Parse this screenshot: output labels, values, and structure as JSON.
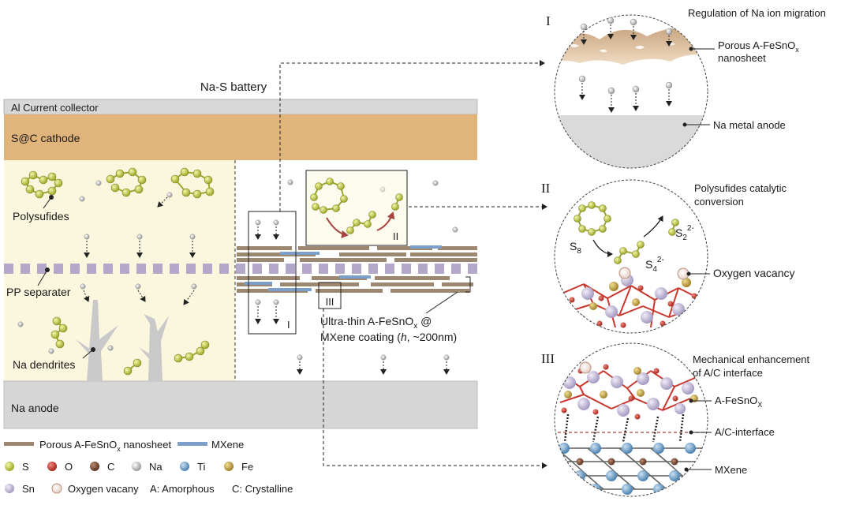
{
  "battery": {
    "title": "Na-S battery",
    "al_collector": "Al Current collector",
    "cathode": "S@C cathode",
    "separator": "PP separater",
    "polysulfides": "Polysufides",
    "dendrites": "Na dendrites",
    "anode": "Na anode",
    "box_one": "I",
    "box_two": "II",
    "box_three": "III",
    "coating_line1_pre": "Ultra-thin A-FeSnO",
    "coating_line1_sub": "x",
    "coating_line1_post": " @",
    "coating_line2_pre": "MXene coating (",
    "coating_line2_h": "h",
    "coating_line2_post": ", ~200nm)"
  },
  "panels": {
    "one": {
      "numeral": "I",
      "title": "Regulation of  Na ion migration",
      "label1_pre": "Porous A-FeSnO",
      "label1_sub": "x",
      "label1_line2": "nanosheet",
      "label2": "Na metal anode"
    },
    "two": {
      "numeral": "II",
      "title_line1": "Polysufides catalytic",
      "title_line2": "conversion",
      "s8": "S",
      "s8_sub": "8",
      "s4": "S",
      "s4_sub": "4",
      "s4_sup": "2-",
      "s2": "S",
      "s2_sub": "2",
      "s2_sup": "2-",
      "vacancy": "Oxygen vacancy"
    },
    "three": {
      "numeral": "III",
      "title_line1": "Mechanical enhancement",
      "title_line2": "of A/C interface",
      "label1_pre": "A-FeSnO",
      "label1_sub": "X",
      "label2": "A/C-interface",
      "label3": "MXene"
    }
  },
  "legend": {
    "nanosheet_pre": "Porous A-FeSnO",
    "nanosheet_sub": "x",
    "nanosheet_post": " nanosheet",
    "mxene": "MXene",
    "S": "S",
    "O": "O",
    "C": "C",
    "Na": "Na",
    "Ti": "Ti",
    "Fe": "Fe",
    "Sn": "Sn",
    "vacancy": "Oxygen vacany",
    "amorphous": "A: Amorphous",
    "crystalline": "C: Crystalline"
  },
  "colors": {
    "collector": "#d8d8d8",
    "cathode": "#e0b47a",
    "electrolyte": "#fbf7de",
    "anode": "#d6d6d6",
    "nanosheet": "#9c8770",
    "mxene": "#7c9fc9",
    "separator": "#b3a8c9",
    "sulfur": "#c8d047",
    "oxygen": "#c8372d",
    "carbon": "#7a4f36",
    "sodium": "#c4c4c4",
    "titanium": "#7aa8cf",
    "iron": "#c9a94a",
    "tin": "#c8bfdb"
  }
}
